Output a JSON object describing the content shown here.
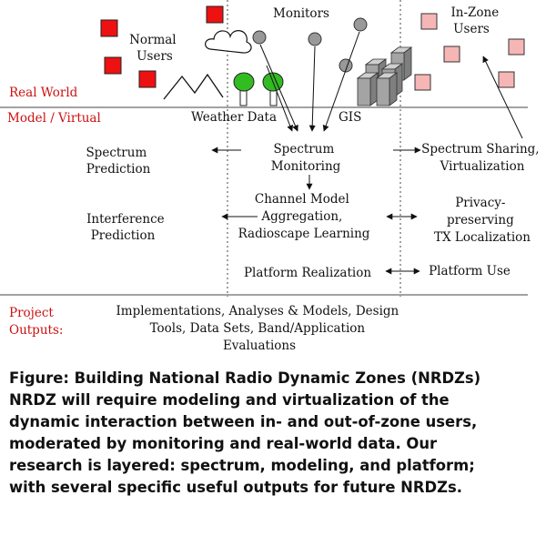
{
  "layers": {
    "real_world": "Real World",
    "model_virtual": "Model / Virtual"
  },
  "real_world": {
    "normal_users": [
      "Normal",
      "Users"
    ],
    "monitors": "Monitors",
    "in_zone_users": [
      "In-Zone",
      "Users"
    ],
    "weather_data": "Weather Data",
    "gis": "GIS"
  },
  "model": {
    "spectrum_prediction": [
      "Spectrum",
      "Prediction"
    ],
    "spectrum_monitoring": [
      "Spectrum",
      "Monitoring"
    ],
    "spectrum_sharing": [
      "Spectrum Sharing,",
      "Virtualization"
    ],
    "interference_prediction": [
      "Interference",
      "Prediction"
    ],
    "channel_model": [
      "Channel Model",
      "Aggregation,",
      "Radioscape Learning"
    ],
    "privacy_localization": [
      "Privacy-",
      "preserving",
      "TX Localization"
    ],
    "platform_realization": "Platform Realization",
    "platform_use": "Platform Use"
  },
  "outputs": {
    "label": [
      "Project",
      "Outputs:"
    ],
    "text": [
      "Implementations, Analyses & Models, Design",
      "Tools, Data Sets, Band/Application",
      "Evaluations"
    ]
  },
  "caption": [
    "Figure: Building National Radio Dynamic Zones (NRDZs)",
    "NRDZ will require modeling and virtualization of the",
    "dynamic interaction between in- and out-of-zone users,",
    "moderated by monitoring and real-world data. Our",
    "research is layered: spectrum, modeling, and platform;",
    "with several specific useful outputs for future NRDZs."
  ],
  "colors": {
    "layer_label": "#cc1111",
    "normal_user": "#ee1111",
    "in_zone_user": "#f6b6b6",
    "monitor": "#999999",
    "tree": "#33bb22",
    "building": "#999999"
  },
  "icons": {
    "normal_user": "red-square",
    "in_zone_user": "pink-square",
    "monitor": "gray-circle",
    "weather": "cloud",
    "mountain": "mountain",
    "tree": "tree",
    "gis": "building-blocks"
  }
}
